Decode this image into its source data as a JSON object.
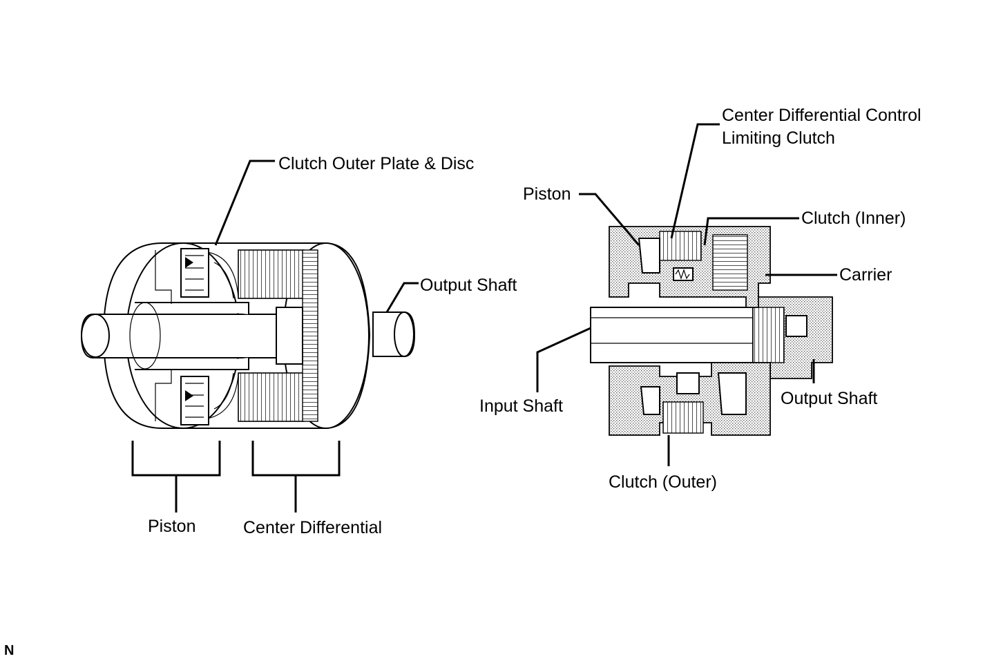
{
  "left_figure": {
    "labels": {
      "clutch_outer_plate_disc": "Clutch Outer Plate & Disc",
      "output_shaft": "Output Shaft",
      "piston": "Piston",
      "center_differential": "Center Differential"
    }
  },
  "right_figure": {
    "labels": {
      "center_diff_control_line1": "Center Differential Control",
      "center_diff_control_line2": "Limiting Clutch",
      "piston": "Piston",
      "clutch_inner": "Clutch (Inner)",
      "carrier": "Carrier",
      "input_shaft": "Input Shaft",
      "output_shaft": "Output Shaft",
      "clutch_outer": "Clutch (Outer)"
    }
  },
  "corner_code": "N"
}
